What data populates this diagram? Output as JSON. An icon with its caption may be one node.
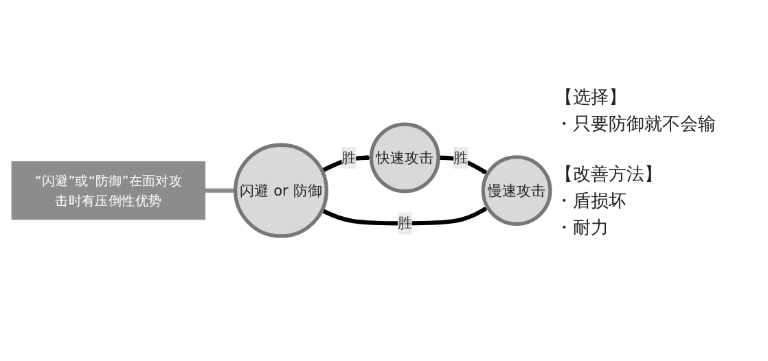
{
  "diagram": {
    "nodes": [
      {
        "text": [
          "快速攻击"
        ]
      },
      {
        "text": [
          "慢速攻击"
        ]
      },
      {
        "text": [
          "闪避 or 防御"
        ]
      },
      {
        "text": [
          "“闪避”或“防御”在面对攻击时有压倒性优势"
        ]
      }
    ],
    "edges": [
      {
        "from": 0,
        "to": 1,
        "arrow": "to",
        "label": "胜"
      },
      {
        "from": 2,
        "to": 0,
        "arrow": "to",
        "label": "胜"
      },
      {
        "from": 2,
        "to": 1,
        "arrow": "to",
        "label": "胜"
      },
      {
        "from": 3,
        "to": 2,
        "arrow": "none",
        "color": "#8c8c8c"
      }
    ],
    "labels": [
      "【选择】",
      "・只要防御就不会输",
      "【改善方法】",
      "・盾损坏",
      "・耐力"
    ]
  }
}
